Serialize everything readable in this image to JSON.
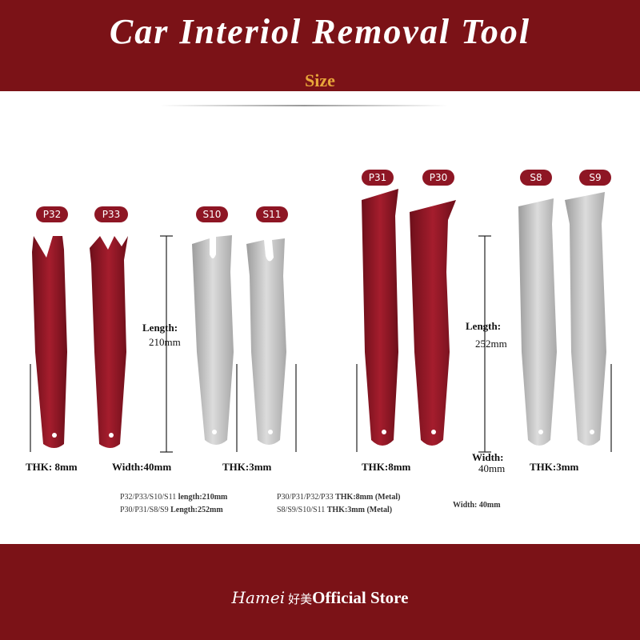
{
  "header": {
    "title": "Car Interiol Removal Tool",
    "subtitle": "Size"
  },
  "tools": [
    {
      "id": "P32",
      "color": "#8e1624"
    },
    {
      "id": "P33",
      "color": "#8e1624"
    },
    {
      "id": "S10",
      "color": "#c9c9c9"
    },
    {
      "id": "S11",
      "color": "#c9c9c9"
    },
    {
      "id": "P31",
      "color": "#8e1624"
    },
    {
      "id": "P30",
      "color": "#8e1624"
    },
    {
      "id": "S8",
      "color": "#c9c9c9"
    },
    {
      "id": "S9",
      "color": "#c9c9c9"
    }
  ],
  "dimensions": {
    "left": {
      "length_label": "Length:",
      "length_value": "210mm",
      "thk_red": "THK: 8mm",
      "width": "Width:40mm",
      "thk_metal": "THK:3mm"
    },
    "right": {
      "length_label": "Length:",
      "length_value": "252mm",
      "thk_red": "THK:8mm",
      "width_label": "Width:",
      "width_value": "40mm",
      "thk_metal": "THK:3mm"
    }
  },
  "notes": {
    "n1_models": "P32/P33/S10/S11",
    "n1_spec": "length:210mm",
    "n2_models": "P30/P31/S8/S9",
    "n2_spec": "Length:252mm",
    "n3_models": "P30/P31/P32/P33",
    "n3_spec": "THK:8mm",
    "n3_note": "(Metal)",
    "n4_models": "S8/S9/S10/S11",
    "n4_spec": "THK:3mm",
    "n4_note": "(Metal)",
    "n5": "Width: 40mm"
  },
  "footer": {
    "brand": "Hamei",
    "brand_cn": "好美",
    "store_text": "Official Store"
  },
  "colors": {
    "banner": "#7b1217",
    "subtitle": "#e8a63a",
    "red_tool": "#8e1624",
    "metal_tool": "#c9c9c9"
  }
}
